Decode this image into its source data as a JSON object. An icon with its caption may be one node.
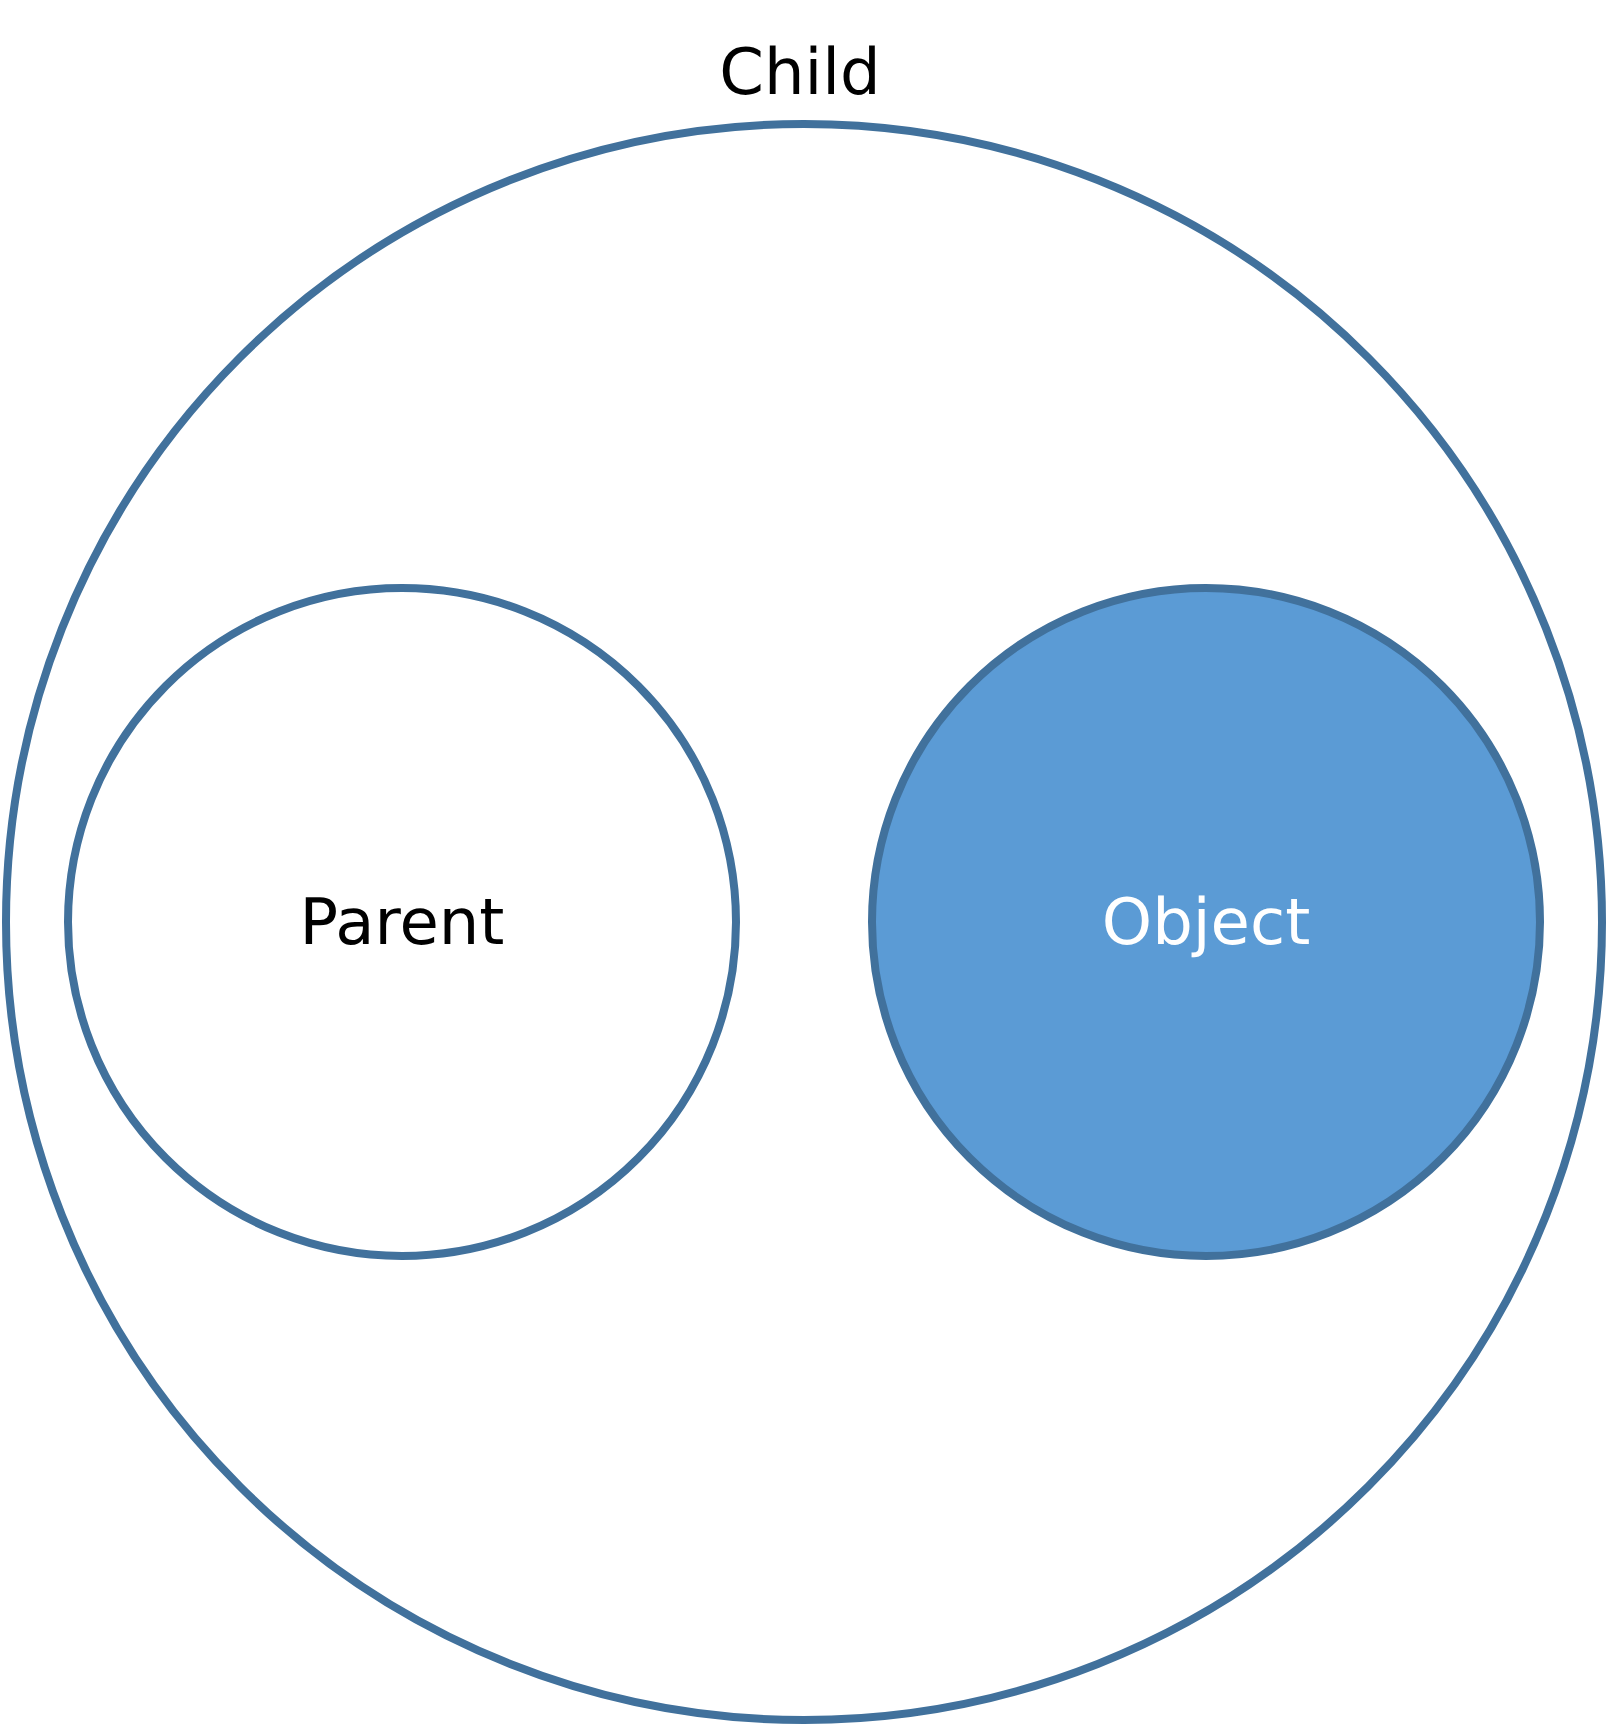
{
  "diagram": {
    "nodes": [
      {
        "text": [
          "Child"
        ]
      },
      {
        "text": [
          "Parent"
        ],
        "in": 0
      },
      {
        "text": [
          "Object"
        ],
        "in": 0
      }
    ]
  }
}
